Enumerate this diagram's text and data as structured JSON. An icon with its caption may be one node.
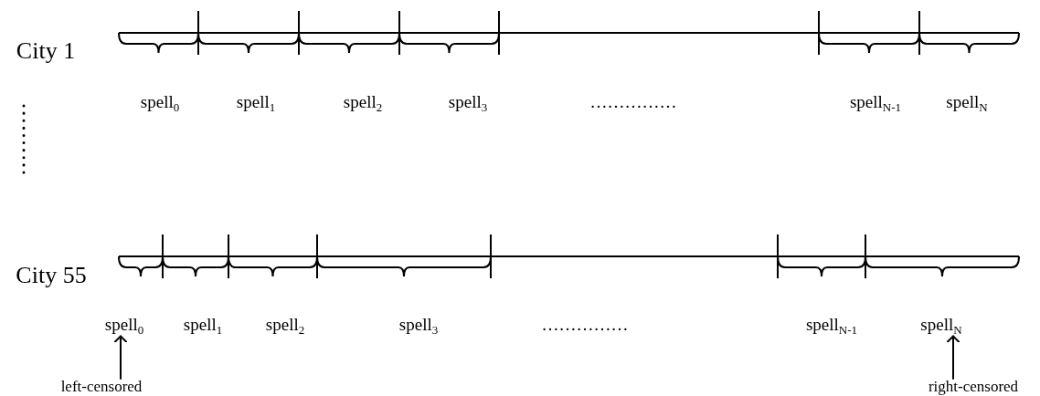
{
  "diagram": {
    "nodes": [
      {
        "text": [
          "spell$_{0}$"
        ]
      },
      {
        "text": [
          "spell$_{N}$"
        ]
      },
      {
        "text": [
          "left-censored"
        ]
      },
      {
        "text": [
          "right-censored"
        ]
      }
    ],
    "edges": [
      {
        "from": 2,
        "to": 0,
        "arrow": "to"
      },
      {
        "from": 3,
        "to": 1,
        "arrow": "to"
      }
    ],
    "labels": [
      "City 1",
      "spell$_{0}$",
      "spell$_{1}$",
      "spell$_{2}$",
      "spell$_{3}$",
      "……………",
      "spell$_{N-1}$",
      "spell$_{N}$",
      "City 55",
      "spell$_{1}$",
      "spell$_{2}$",
      "spell$_{3}$",
      "……………",
      "spell$_{N-1}$"
    ]
  }
}
